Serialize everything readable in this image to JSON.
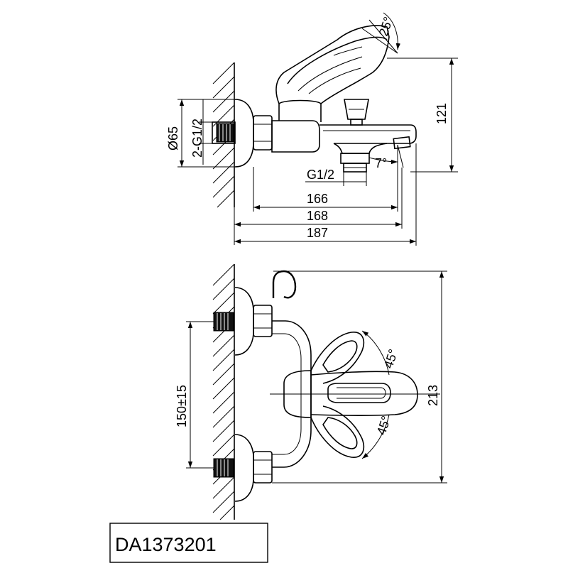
{
  "diagram": {
    "top_view": {
      "dims": {
        "angle_top": "25°",
        "height": "121",
        "diameter": "Ø65",
        "thread_inlet": "2-G1/2",
        "angle_spout": "7°",
        "thread_outlet": "G1/2",
        "len_166": "166",
        "len_168": "168",
        "len_187": "187"
      }
    },
    "front_view": {
      "dims": {
        "center_distance": "150±15",
        "height": "213",
        "angle_upper": "45°",
        "angle_lower": "45°"
      }
    },
    "model_code": "DA1373201"
  }
}
